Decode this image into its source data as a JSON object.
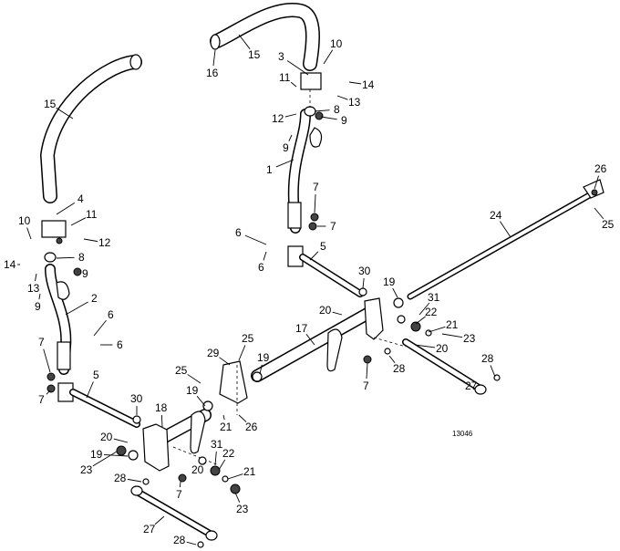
{
  "figure_number": "13046",
  "callouts": [
    "16",
    "15",
    "3",
    "10",
    "11",
    "14",
    "13",
    "12",
    "8",
    "9",
    "9",
    "1",
    "7",
    "7",
    "6",
    "6",
    "5",
    "15",
    "4",
    "11",
    "12",
    "10",
    "8",
    "14",
    "9",
    "13",
    "9",
    "2",
    "6",
    "6",
    "7",
    "7",
    "5",
    "26",
    "25",
    "24",
    "30",
    "19",
    "31",
    "20",
    "22",
    "21",
    "23",
    "20",
    "17",
    "28",
    "28",
    "7",
    "27",
    "29",
    "25",
    "19",
    "25",
    "19",
    "21",
    "26",
    "18",
    "30",
    "20",
    "19",
    "23",
    "28",
    "31",
    "22",
    "20",
    "7",
    "21",
    "23",
    "27",
    "28"
  ]
}
